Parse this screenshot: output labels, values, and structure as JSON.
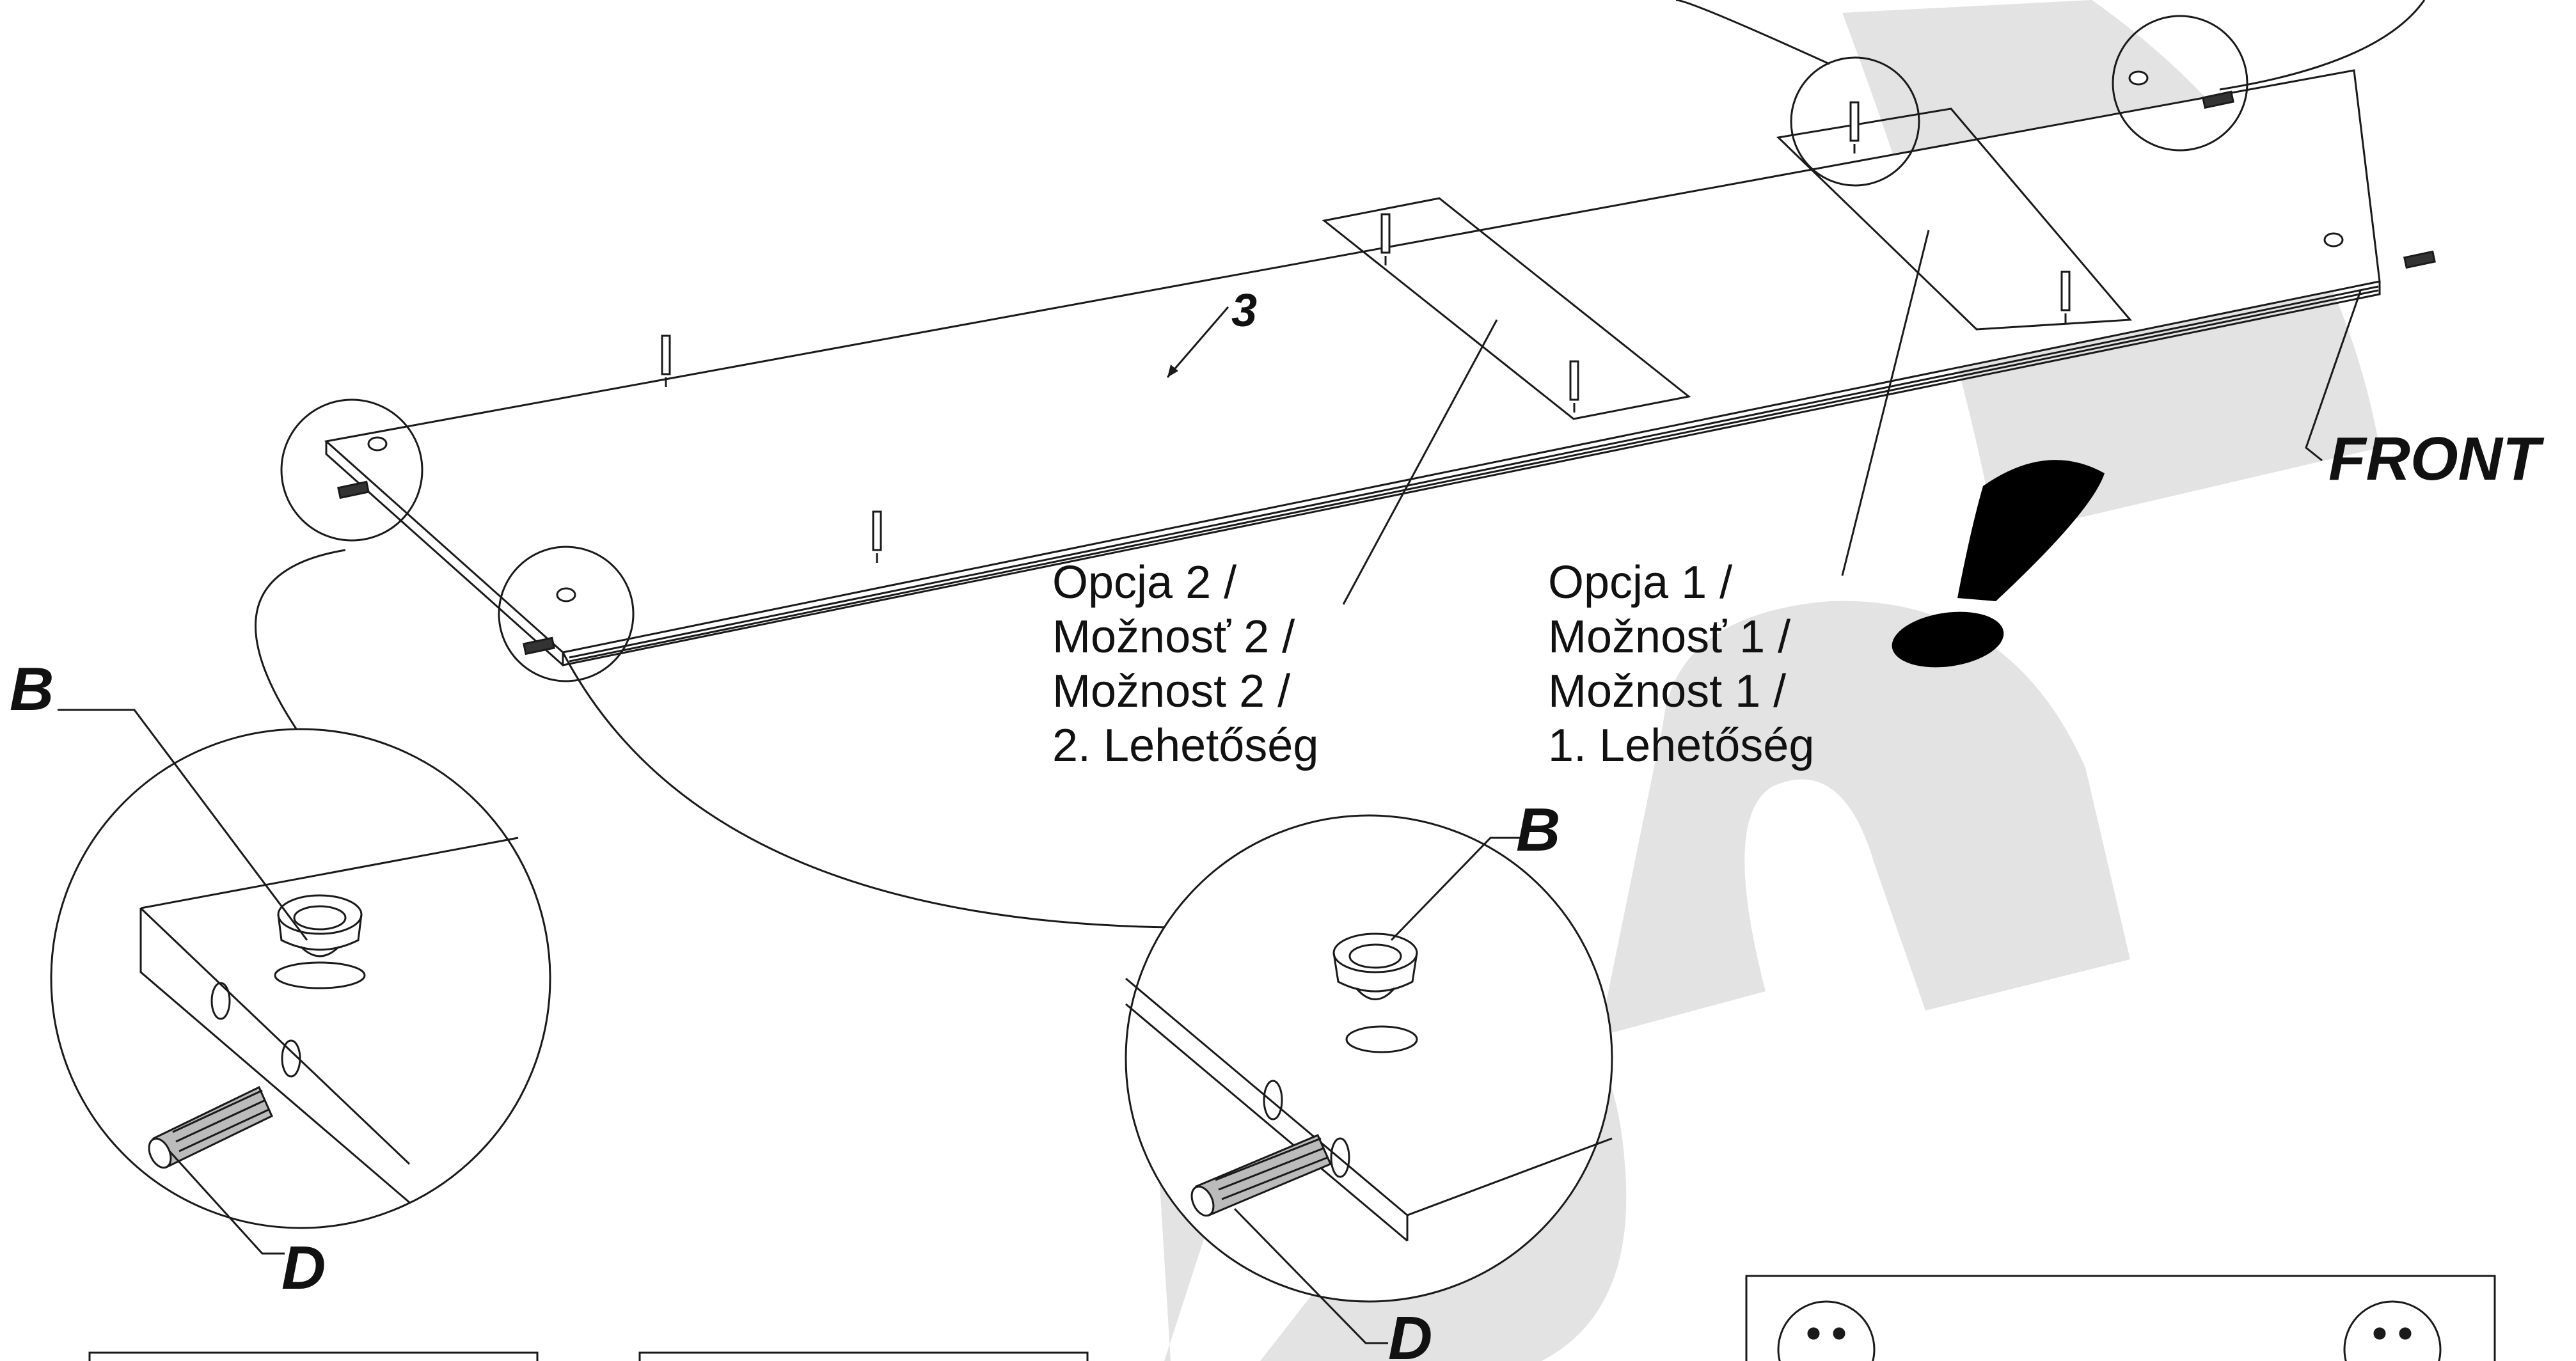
{
  "labels": {
    "part_number": "3",
    "front": "FRONT",
    "part_b_left": "B",
    "part_b_mid": "B",
    "part_d_left": "D",
    "part_d_mid": "D"
  },
  "options": {
    "option2": [
      "Opcja 2 /",
      "Možnosť 2 /",
      "Možnost 2 /",
      "2. Lehetőség"
    ],
    "option1": [
      "Opcja 1 /",
      "Možnosť 1 /",
      "Možnost 1 /",
      "1. Lehetőség"
    ]
  },
  "colors": {
    "line": "#1a1a1a",
    "watermark": "#e3e3e3",
    "warning": "#000000"
  },
  "icons": [
    "exclamation-icon",
    "cam-lock-fitting-icon",
    "dowel-icon",
    "screw-pin-icon"
  ]
}
